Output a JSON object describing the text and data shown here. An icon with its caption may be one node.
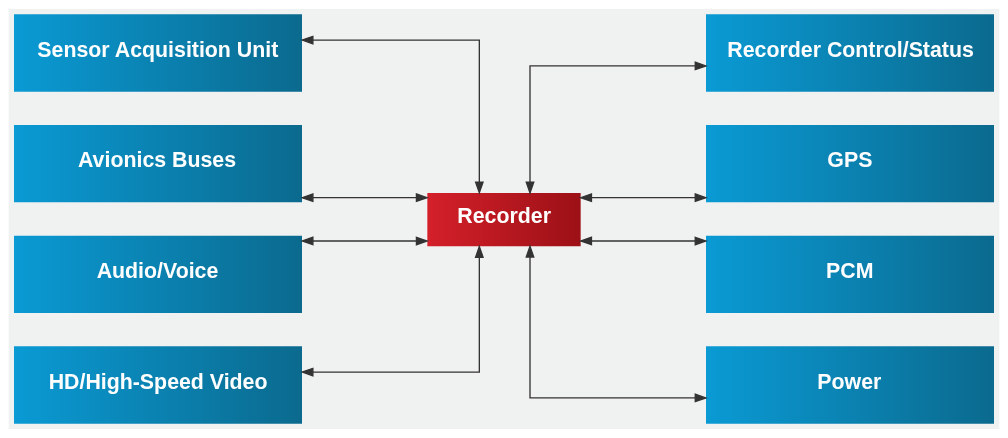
{
  "diagram": {
    "nodes": [
      {
        "text": [
          "Sensor Acquisition Unit"
        ]
      },
      {
        "text": [
          "Avionics Buses"
        ]
      },
      {
        "text": [
          "Audio/Voice"
        ]
      },
      {
        "text": [
          "HD/High-Speed Video"
        ]
      },
      {
        "text": [
          "Recorder"
        ]
      },
      {
        "text": [
          "Recorder Control/Status"
        ]
      },
      {
        "text": [
          "GPS"
        ]
      },
      {
        "text": [
          "PCM"
        ]
      },
      {
        "text": [
          "Power"
        ]
      }
    ],
    "edges": [
      {
        "from": 0,
        "to": 4,
        "arrow": "both"
      },
      {
        "from": 1,
        "to": 4,
        "arrow": "both"
      },
      {
        "from": 2,
        "to": 4,
        "arrow": "both"
      },
      {
        "from": 3,
        "to": 4,
        "arrow": "both"
      },
      {
        "from": 4,
        "to": 5,
        "arrow": "both"
      },
      {
        "from": 4,
        "to": 6,
        "arrow": "both"
      },
      {
        "from": 4,
        "to": 7,
        "arrow": "both"
      },
      {
        "from": 4,
        "to": 8,
        "arrow": "both"
      }
    ]
  }
}
